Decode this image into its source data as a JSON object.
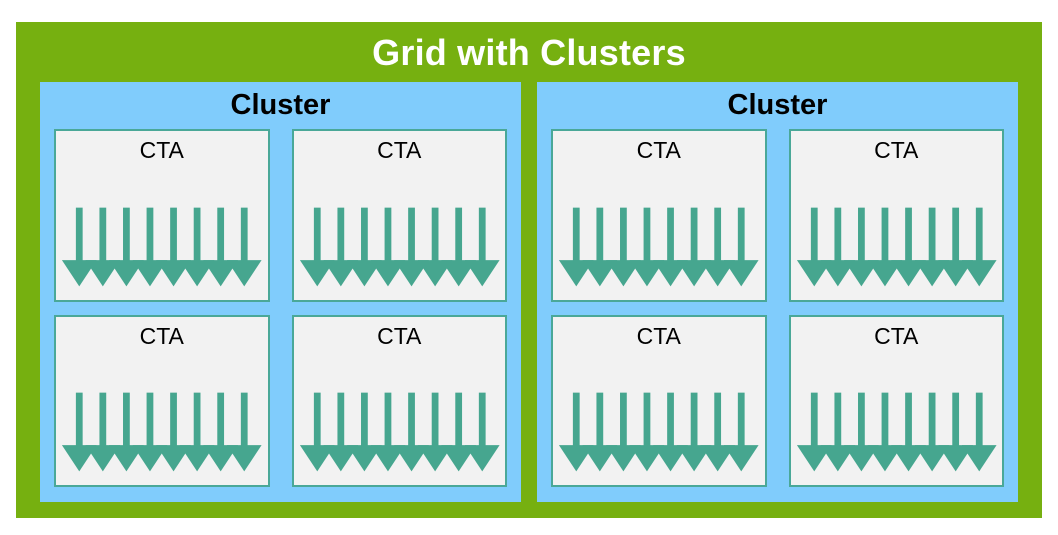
{
  "diagram": {
    "title": "Grid with Clusters",
    "colors": {
      "grid_green": "#76b010",
      "cluster_blue": "#80ccfc",
      "cta_fill": "#f2f2f2",
      "cta_border": "#4aa898",
      "arrow": "#46a68f",
      "title_text": "#ffffff",
      "label_text": "#000000"
    },
    "clusters": [
      {
        "label": "Cluster",
        "ctas": [
          {
            "label": "CTA",
            "thread_count": 8
          },
          {
            "label": "CTA",
            "thread_count": 8
          },
          {
            "label": "CTA",
            "thread_count": 8
          },
          {
            "label": "CTA",
            "thread_count": 8
          }
        ]
      },
      {
        "label": "Cluster",
        "ctas": [
          {
            "label": "CTA",
            "thread_count": 8
          },
          {
            "label": "CTA",
            "thread_count": 8
          },
          {
            "label": "CTA",
            "thread_count": 8
          },
          {
            "label": "CTA",
            "thread_count": 8
          }
        ]
      }
    ]
  }
}
